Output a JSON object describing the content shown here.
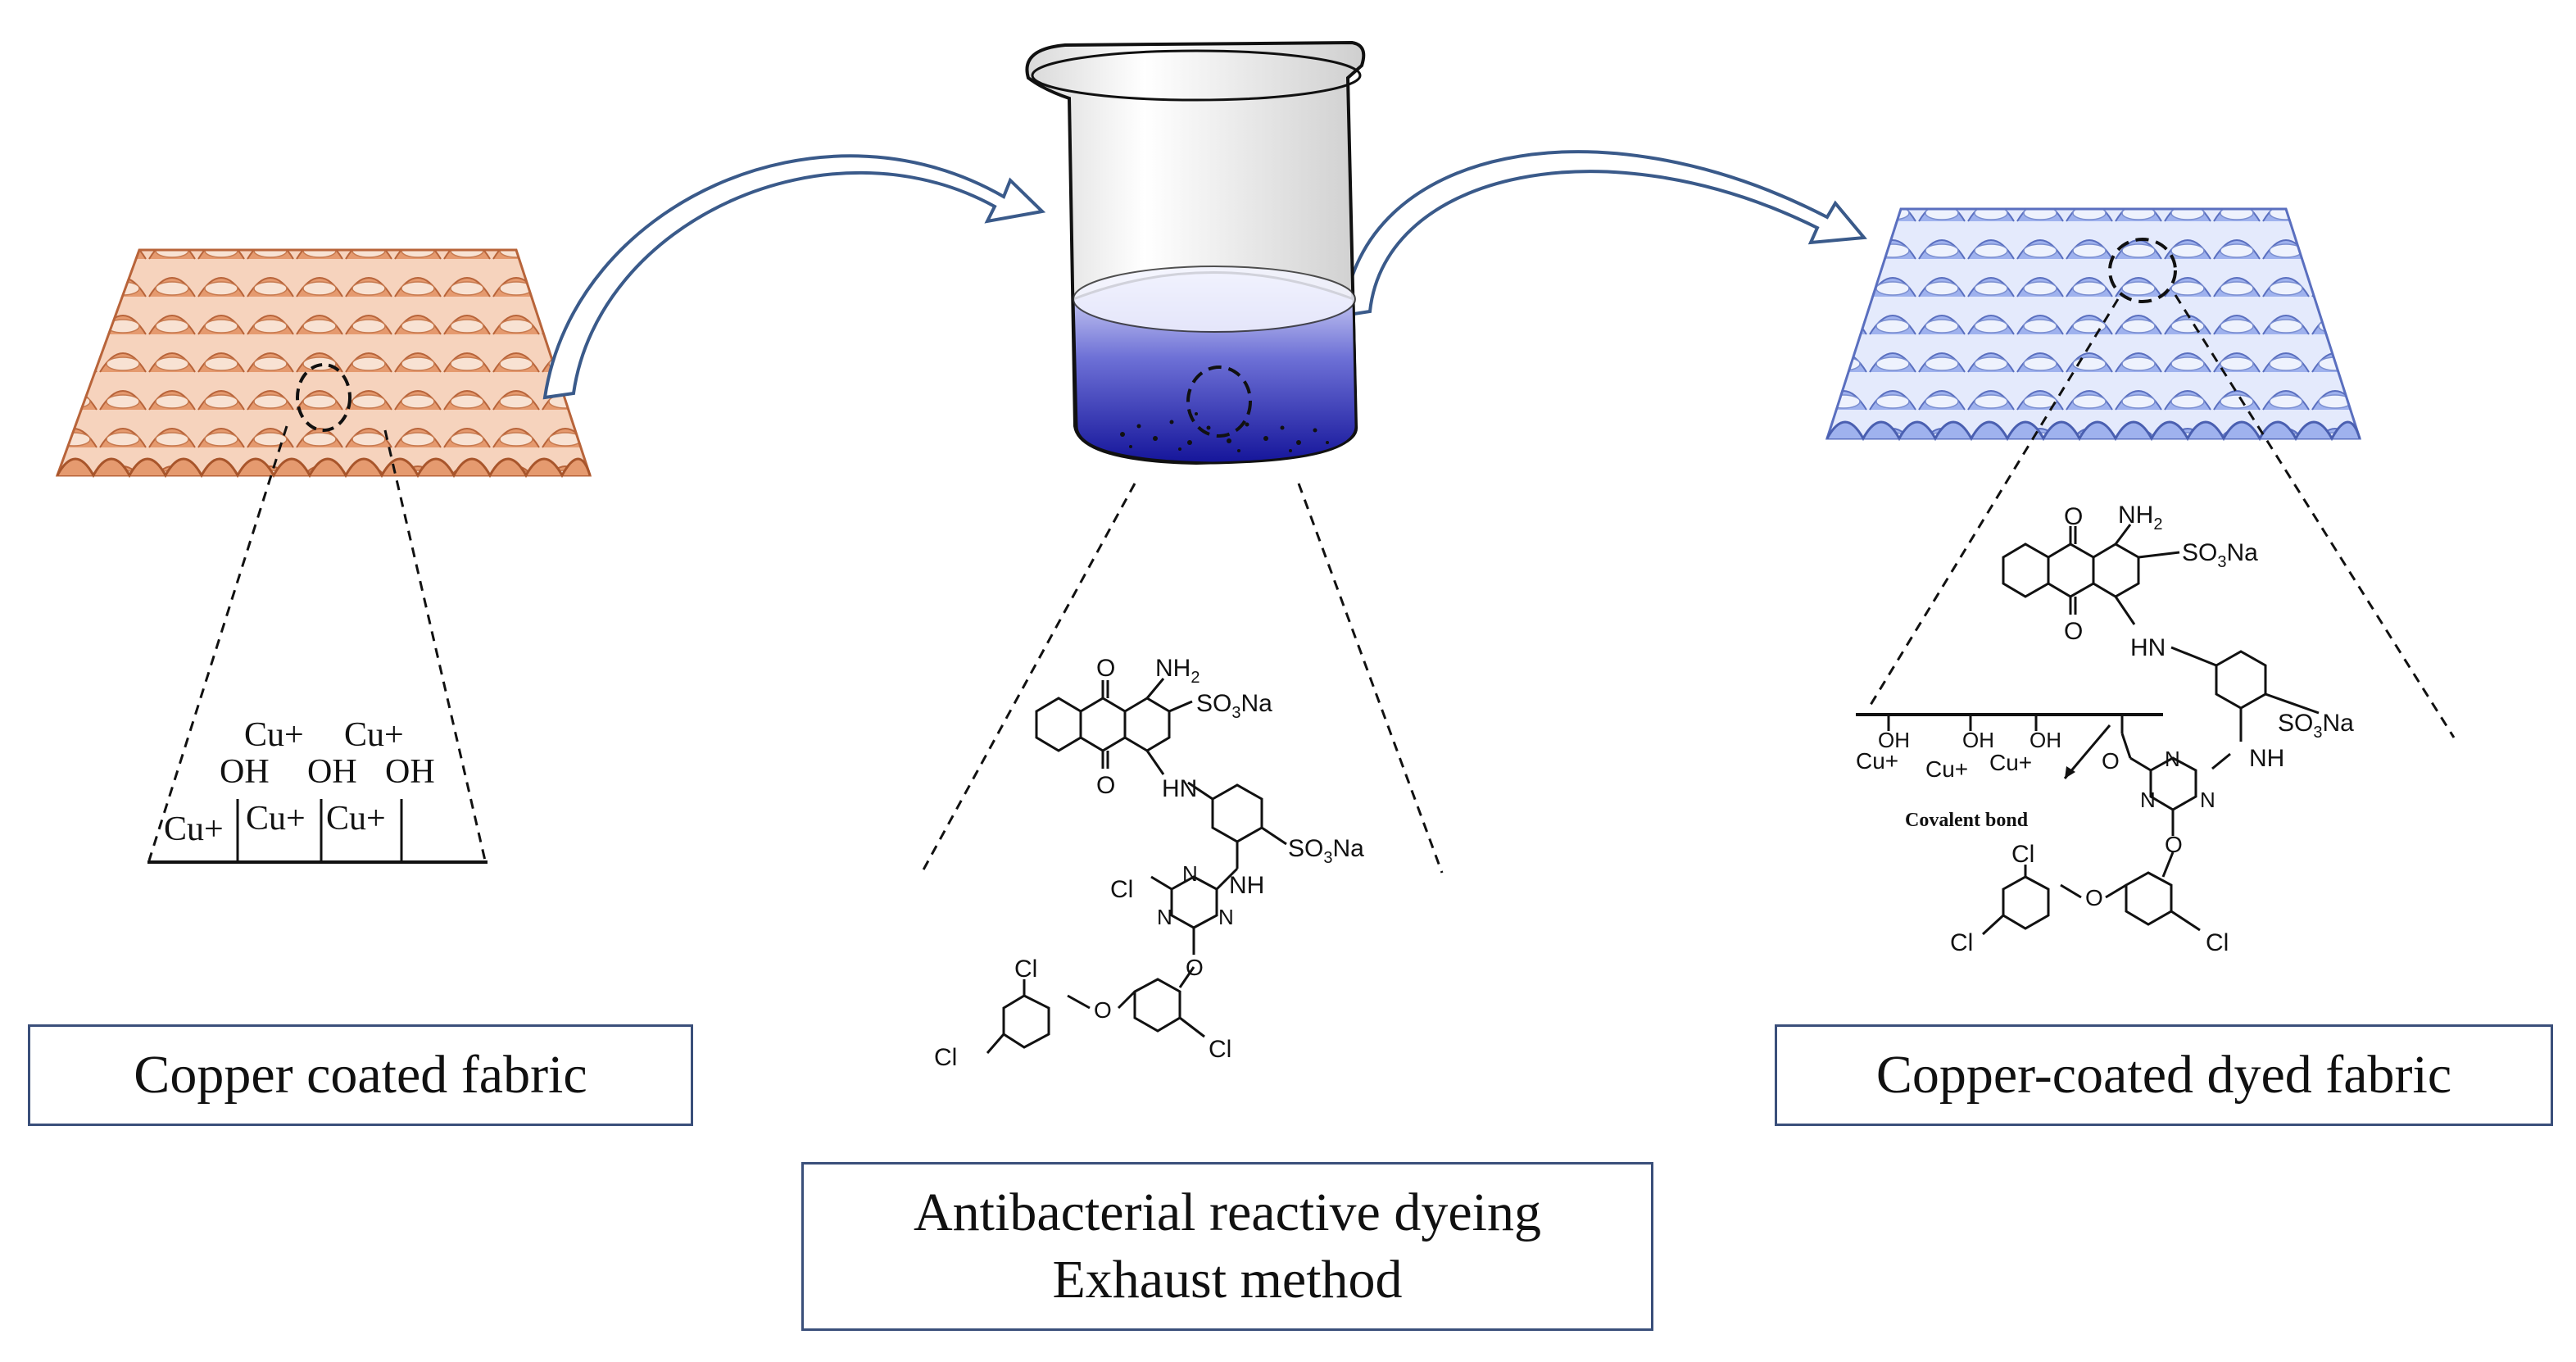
{
  "captions": {
    "left": "Copper coated fabric",
    "middle_line1": "Antibacterial reactive dyeing",
    "middle_line2": "Exhaust method",
    "right": "Copper-coated dyed fabric"
  },
  "left_surface": {
    "cu_top": [
      "Cu+",
      "Cu+"
    ],
    "oh_row": [
      "OH",
      "OH",
      "OH"
    ],
    "cu_bottom": [
      "Cu+",
      "Cu+",
      "Cu+"
    ]
  },
  "molecule": {
    "nh2": "NH",
    "nh2_sub": "2",
    "so3na_a": "SO",
    "so3na_sub": "3",
    "so3na_b": "Na",
    "nh": "NH",
    "hn": "HN",
    "n": "N",
    "o": "O",
    "cl": "Cl"
  },
  "right_surface": {
    "oh_labels": [
      "OH",
      "OH",
      "OH"
    ],
    "cu_labels": [
      "Cu+",
      "Cu+",
      "Cu+"
    ],
    "bond_label": "Covalent bond"
  },
  "colors": {
    "copper_fabric": "#e8a27c",
    "dyed_fabric": "#a9b9ef",
    "dye_bath": "#2a2a9a",
    "arrow": "#3a5a8a",
    "box_border": "#3a4f7a"
  }
}
